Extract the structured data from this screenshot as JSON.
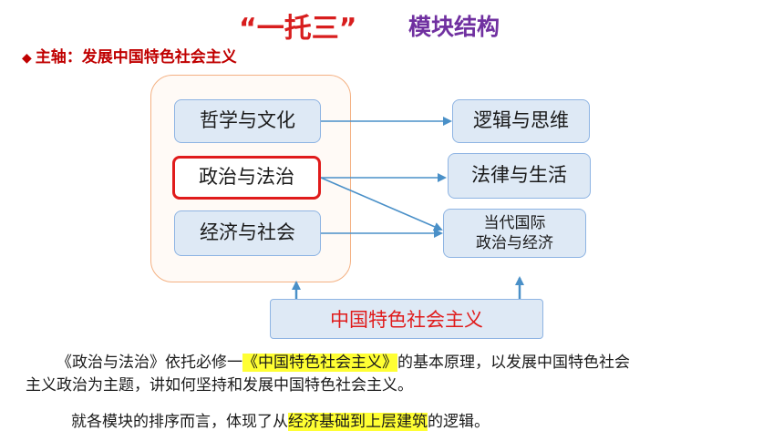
{
  "header": {
    "title_part1": "“一托三”",
    "title_part2": "模块结构",
    "subtitle": "主轴：发展中国特色社会主义",
    "subtitle_marker": "◆"
  },
  "diagram": {
    "left_modules": [
      "哲学与文化",
      "政治与法治",
      "经济与社会"
    ],
    "right_modules": [
      "逻辑与思维",
      "法律与生活",
      "当代国际",
      "政治与经济"
    ],
    "foundation": "中国特色社会主义",
    "colors": {
      "box_fill": "#dee9f5",
      "box_border": "#8eb4e3",
      "highlight_border": "#e01b1b",
      "group_border": "#f4b183",
      "arrow": "#4a90c8"
    }
  },
  "paragraphs": {
    "p1_a": "《政治与法治》依托必修一",
    "p1_hl": "《中国特色社会主义》",
    "p1_b": "的基本原理，以发展中国特色社会",
    "p1_line2": "主义政治为主题，讲如何坚持和发展中国特色社会主义。",
    "p2_a": "就各模块的排序而言，体现了从",
    "p2_hl": "经济基础到上层建筑",
    "p2_b": "的逻辑。"
  }
}
